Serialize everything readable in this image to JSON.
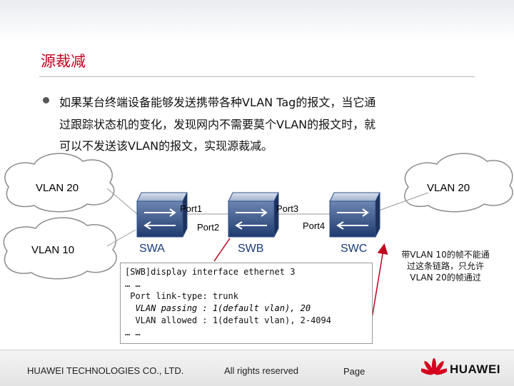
{
  "title": "源裁减",
  "bullet": {
    "lines": [
      "如果某台终端设备能够发送携带各种VLAN Tag的报文，当它通",
      "过跟踪状态机的变化，发现网内不需要莫个VLAN的报文时，就",
      "可以不发送该VLAN的报文，实现源裁减。"
    ]
  },
  "diagram": {
    "clouds": {
      "left_top": "VLAN 20",
      "right_top": "VLAN 20",
      "left_bottom": "VLAN 10"
    },
    "switches": {
      "a": "SWA",
      "b": "SWB",
      "c": "SWC"
    },
    "ports": {
      "p1": "Port1",
      "p2": "Port2",
      "p3": "Port3",
      "p4": "Port4"
    }
  },
  "cli": {
    "lines": [
      "[SWB]display interface ethernet 3",
      "… …",
      " Port link-type: trunk",
      "  VLAN passing : 1(default vlan), 20",
      "  VLAN allowed : 1(default vlan), 2-4094",
      "… …"
    ]
  },
  "callout": {
    "lines": [
      "带VLAN 10的帧不能通",
      "过这条链路，只允许",
      "VLAN 20的帧通过"
    ]
  },
  "footer": {
    "company": "HUAWEI TECHNOLOGIES CO., LTD.",
    "rights": "All rights reserved",
    "page": "Page",
    "brand": "HUAWEI"
  },
  "colors": {
    "title": "#c0001e",
    "switch": "#2e4f86",
    "arrow": "#c0001e",
    "logo": "#d4001e"
  }
}
